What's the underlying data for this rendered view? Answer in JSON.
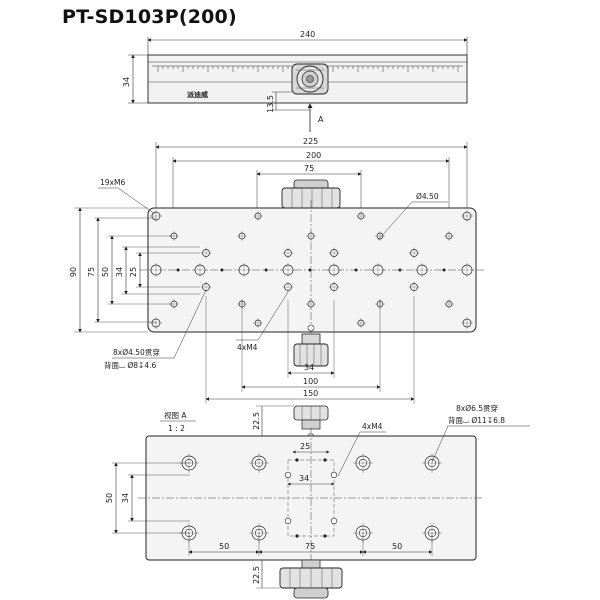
{
  "title": "PT-SD103P(200)",
  "side_view": {
    "dim_length": "240",
    "dim_height": "34",
    "dim_knob": "13.5",
    "view_arrow": "A",
    "brand_mark": "派迪威"
  },
  "top_view": {
    "dim_225": "225",
    "dim_200": "200",
    "dim_75_top": "75",
    "dim_90": "90",
    "dim_75_left": "75",
    "dim_50": "50",
    "dim_34_left": "34",
    "dim_25": "25",
    "dim_34_bottom": "34",
    "dim_100": "100",
    "dim_150": "150",
    "note_19xm6": "19xM6",
    "note_phi450": "Ø4.50",
    "note_4xm4": "4xM4",
    "note_8x_line1": "8xØ4.50贯穿",
    "note_8x_line2": "背面⌴ Ø8↧4.6"
  },
  "bottom_view": {
    "view_label_line1": "视图 A",
    "view_label_line2": "1 : 2",
    "dim_22_5_top": "22.5",
    "dim_22_5_bottom": "22.5",
    "note_4xm4": "4xM4",
    "dim_25": "25",
    "dim_34_h": "34",
    "dim_50_left": "50",
    "dim_34_left": "34",
    "dim_50_bottom_left": "50",
    "dim_75_bottom": "75",
    "dim_50_bottom_right": "50",
    "note_8x_line1": "8xØ6.5贯穿",
    "note_8x_line2": "背面⌴ Ø11↧6.8"
  }
}
